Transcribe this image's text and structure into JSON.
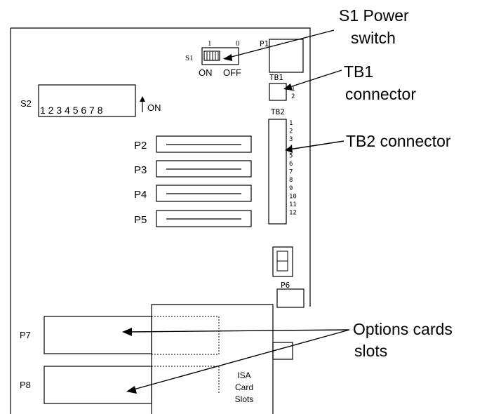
{
  "callouts": {
    "power_switch": [
      "S1 Power",
      "switch"
    ],
    "tb1": [
      "TB1",
      "connector"
    ],
    "tb2": "TB2 connector",
    "options": [
      "Options cards",
      "slots"
    ]
  },
  "s1": {
    "label": "S1",
    "pos1": "1",
    "pos0": "0",
    "on": "ON",
    "off": "OFF"
  },
  "p1_label": "P1",
  "tb1": {
    "label": "TB1",
    "pins": [
      "1",
      "2"
    ]
  },
  "s2": {
    "label": "S2",
    "digits": "1 2 3 4 5 6 7 8",
    "on": "ON"
  },
  "tb2": {
    "label": "TB2",
    "pins": [
      "1",
      "2",
      "3",
      "4",
      "5",
      "6",
      "7",
      "8",
      "9",
      "10",
      "11",
      "12"
    ]
  },
  "ports": [
    "P2",
    "P3",
    "P4",
    "P5"
  ],
  "p6_label": "P6",
  "p7_label": "P7",
  "p8_label": "P8",
  "isa": [
    "ISA",
    "Card",
    "Slots"
  ]
}
